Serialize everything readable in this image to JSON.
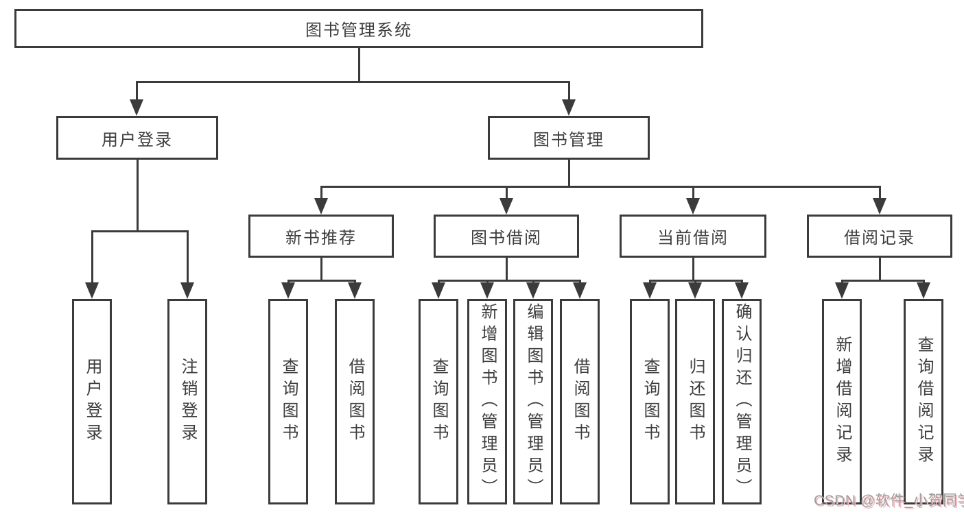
{
  "colors": {
    "line": "#3b3b3b",
    "box_border": "#3b3b3b",
    "text": "#3d3d3d",
    "background": "#ffffff",
    "watermark_text": "#9e9e9e",
    "watermark_shadow": "#f3b7be"
  },
  "tree": {
    "root": "图书管理系统",
    "groups": [
      {
        "parent": "用户登录",
        "children": [
          "用户登录",
          "注销登录"
        ]
      },
      {
        "parent": "图书管理",
        "sections": [
          {
            "label": "新书推荐",
            "children": [
              "查询图书",
              "借阅图书"
            ]
          },
          {
            "label": "图书借阅",
            "children": [
              "查询图书",
              "新增图书（管理员）",
              "编辑图书（管理员）",
              "借阅图书"
            ]
          },
          {
            "label": "当前借阅",
            "children": [
              "查询图书",
              "归还图书",
              "确认归还（管理员）"
            ]
          },
          {
            "label": "借阅记录",
            "children": [
              "新增借阅记录",
              "查询借阅记录"
            ]
          }
        ]
      }
    ]
  },
  "watermark": {
    "text": "CSDN @软件_小贺同学"
  }
}
